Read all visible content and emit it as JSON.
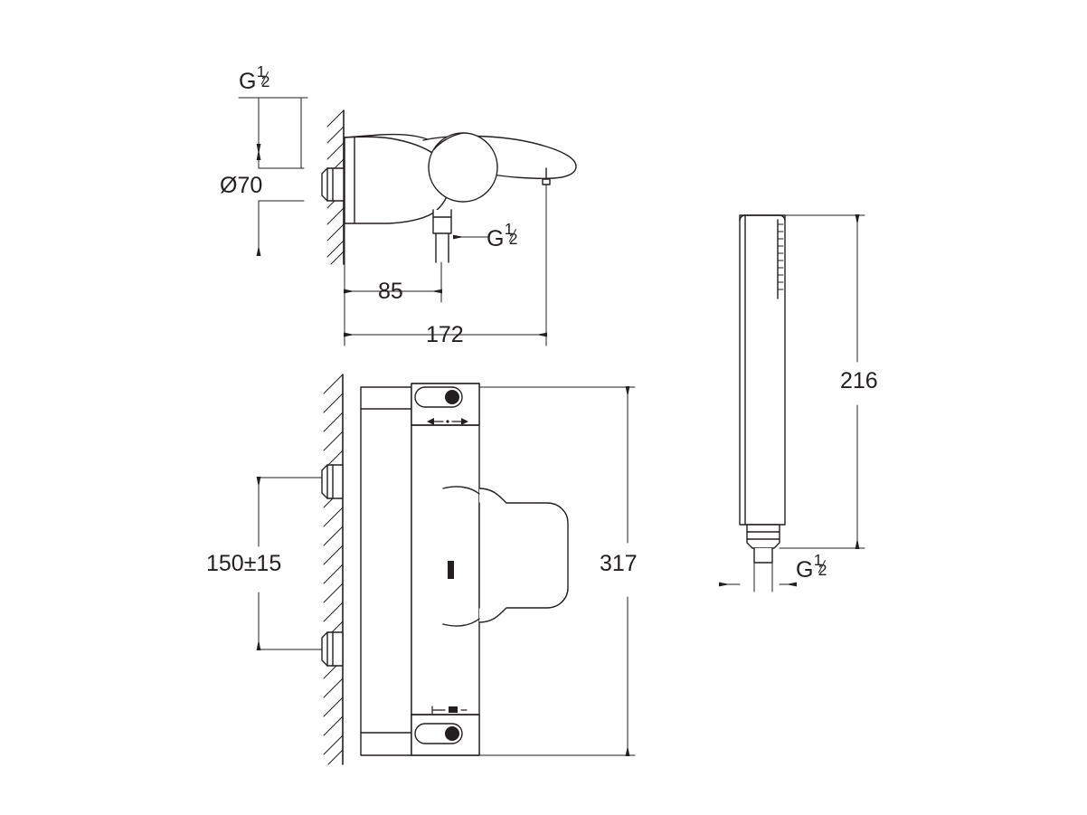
{
  "document": {
    "title": "Technical dimension drawing - wall-mounted bath/shower thermostat and hand shower",
    "units": "mm",
    "line_color": "#231f20",
    "fill_color": "#ffffff"
  },
  "labels": {
    "thread_top": "G 1/2",
    "diameter": "Ø70",
    "thread_outlet": "G 1/2",
    "projection_outlet": "85",
    "projection_total": "172",
    "mount_spacing": "150±15",
    "height_total": "317",
    "handshower_length": "216",
    "handshower_thread": "G 1/2"
  },
  "label_parts": {
    "g_letter": "G",
    "numerator": "1",
    "denominator": "2",
    "diameter_symbol": "Ø",
    "diameter_value": "70",
    "value_85": "85",
    "value_172": "172",
    "value_150": "150±15",
    "value_317": "317",
    "value_216": "216"
  },
  "views": [
    {
      "name": "top-view",
      "caption": ""
    },
    {
      "name": "front-view",
      "caption": ""
    },
    {
      "name": "handshower-view",
      "caption": ""
    }
  ]
}
